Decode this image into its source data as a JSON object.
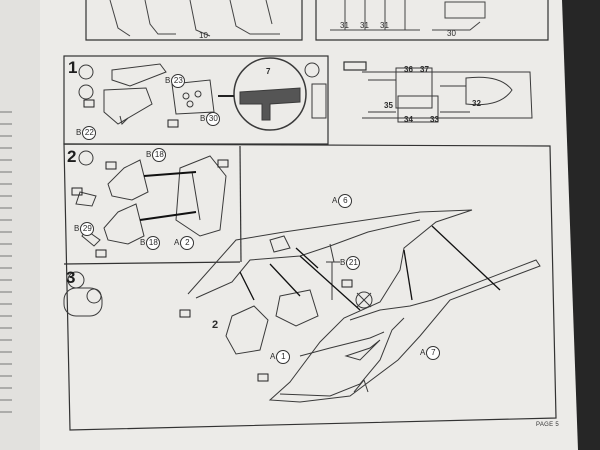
{
  "colors": {
    "paper": "#efefed",
    "ink": "#2b2b2b",
    "background": "#2a2a2a"
  },
  "top_parts": {
    "sprue_left_number": "10",
    "sprue_right_numbers": [
      "31",
      "31",
      "31",
      "30"
    ]
  },
  "steps": [
    {
      "number": "1",
      "parts": [
        "B",
        "23",
        "B",
        "22",
        "B",
        "30"
      ],
      "inset_label": "7",
      "sprue_numbers": [
        "36",
        "37",
        "35",
        "34",
        "33",
        "32"
      ]
    },
    {
      "number": "2",
      "parts": [
        "B",
        "18",
        "B",
        "18",
        "B",
        "29",
        "A",
        "2"
      ]
    },
    {
      "number": "3",
      "parts": [
        "A",
        "6",
        "B",
        "21",
        "A",
        "1",
        "A",
        "7"
      ],
      "assembly_label": "2"
    }
  ],
  "footer": {
    "page_label": "PAGE 5"
  }
}
